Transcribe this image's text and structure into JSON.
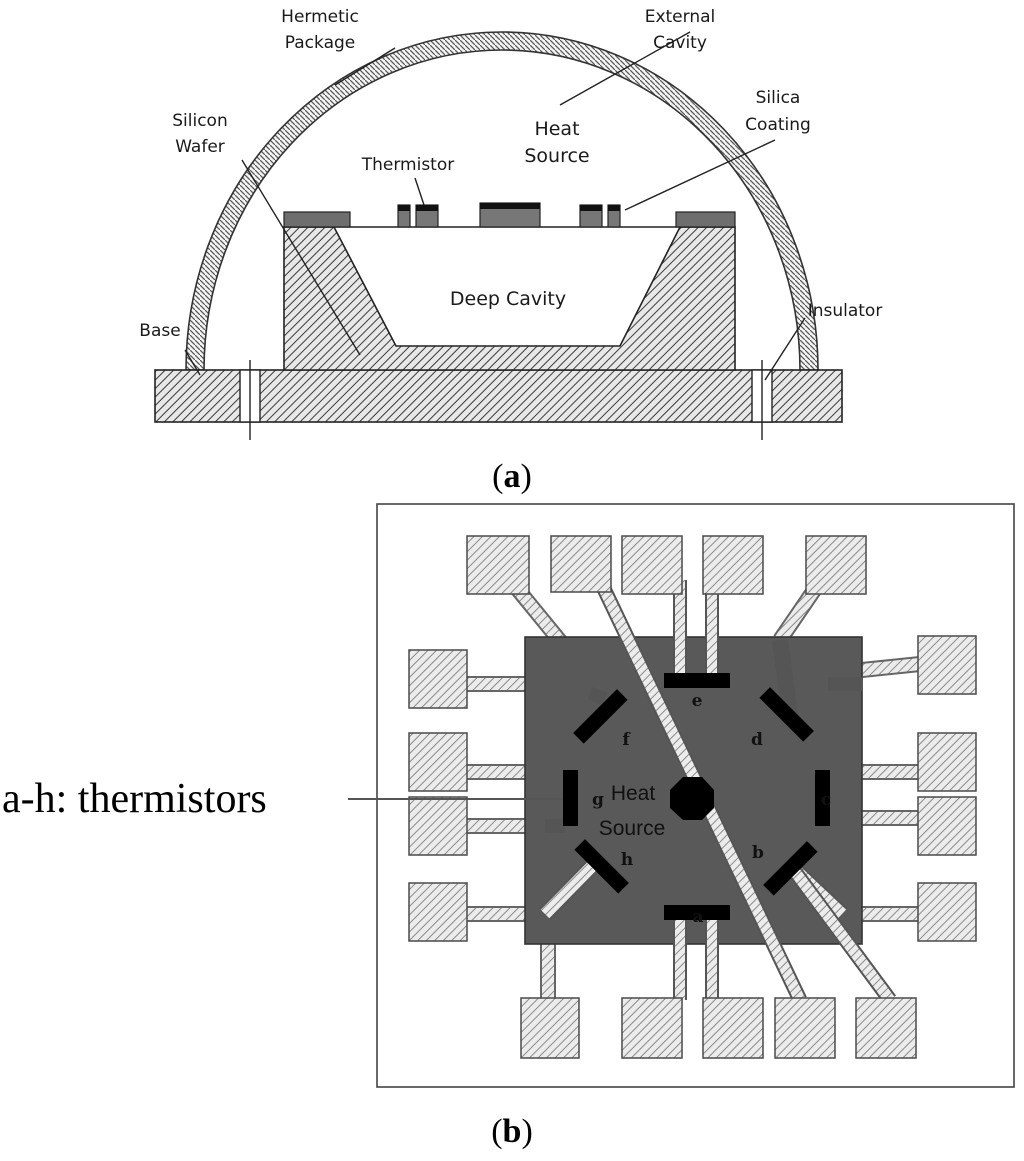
{
  "panel_a": {
    "labels": {
      "hermetic_package": [
        "Hermetic",
        "Package"
      ],
      "external_cavity": [
        "External",
        "Cavity"
      ],
      "silicon_wafer": [
        "Silicon",
        "Wafer"
      ],
      "silica_coating": [
        "Silica",
        "Coating"
      ],
      "heat_source": [
        "Heat",
        "Source"
      ],
      "thermistor": "Thermistor",
      "deep_cavity": "Deep Cavity",
      "insulator": "Insulator",
      "base": "Base"
    },
    "caption": {
      "open": "(",
      "letter": "a",
      "close": ")"
    }
  },
  "panel_b": {
    "thermistor_letters": [
      "a",
      "b",
      "c",
      "d",
      "e",
      "f",
      "g",
      "h"
    ],
    "heat_source": [
      "Heat",
      "Source"
    ],
    "callout": "a-h: thermistors",
    "caption": {
      "open": "(",
      "letter": "b",
      "close": ")"
    }
  },
  "colors": {
    "chip": "#595959",
    "hatch_dark": "#3a3a3a",
    "hatch_light": "#7a7a7a",
    "thermistor": "#000000"
  }
}
